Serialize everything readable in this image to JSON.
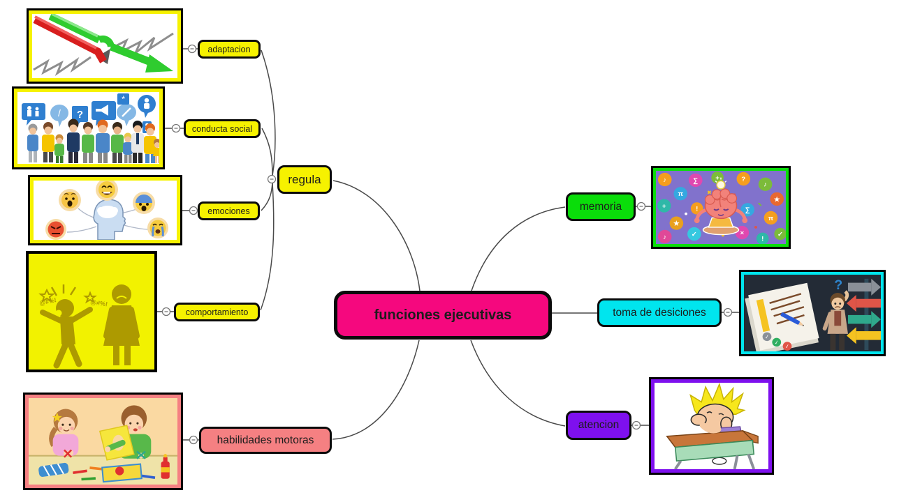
{
  "canvas": {
    "bg": "#ffffff",
    "line_color": "#4a4a4a"
  },
  "center": {
    "label": "funciones ejecutivas",
    "bg": "#F5087E"
  },
  "regula": {
    "label": "regula",
    "bg": "#F6F200"
  },
  "left_children": [
    {
      "label": "adaptacion",
      "bg": "#F6F200",
      "image_name": "red-arrow-stopped-green-arrow-jumping-gap"
    },
    {
      "label": "conducta social",
      "bg": "#F6F200",
      "image_name": "crowd-of-people-with-speech-bubbles"
    },
    {
      "label": "emociones",
      "bg": "#F6F200",
      "image_name": "head-silhouette-with-emoji-emotions"
    },
    {
      "label": "comportamiento",
      "bg": "#F6F200",
      "image_name": "child-yelling-at-woman-silhouette"
    }
  ],
  "habilidades": {
    "label": "habilidades motoras",
    "bg": "#F58082",
    "image_name": "children-cutting-paper-crafts"
  },
  "right_children": [
    {
      "label": "memoria",
      "bg": "#0ADD0A",
      "image_name": "meditating-brain-with-knowledge-icons"
    },
    {
      "label": "toma de desiciones",
      "bg": "#00E5EE",
      "image_name": "confused-man-checklist-and-direction-arrows"
    },
    {
      "label": "atencion",
      "bg": "#7E10EE",
      "image_name": "boy-paying-attention-at-school-desk"
    }
  ],
  "glyphs": {
    "question": "?",
    "slash": "/",
    "asterisk": "*",
    "check": "✓",
    "scribble": "@#%!",
    "memoria_icons": [
      "♪",
      "π",
      "+",
      "★",
      "♪",
      "∑",
      "!",
      "✓",
      "+",
      "?",
      "♪",
      "★",
      "∑",
      "π",
      "×",
      "!",
      "✓"
    ]
  }
}
